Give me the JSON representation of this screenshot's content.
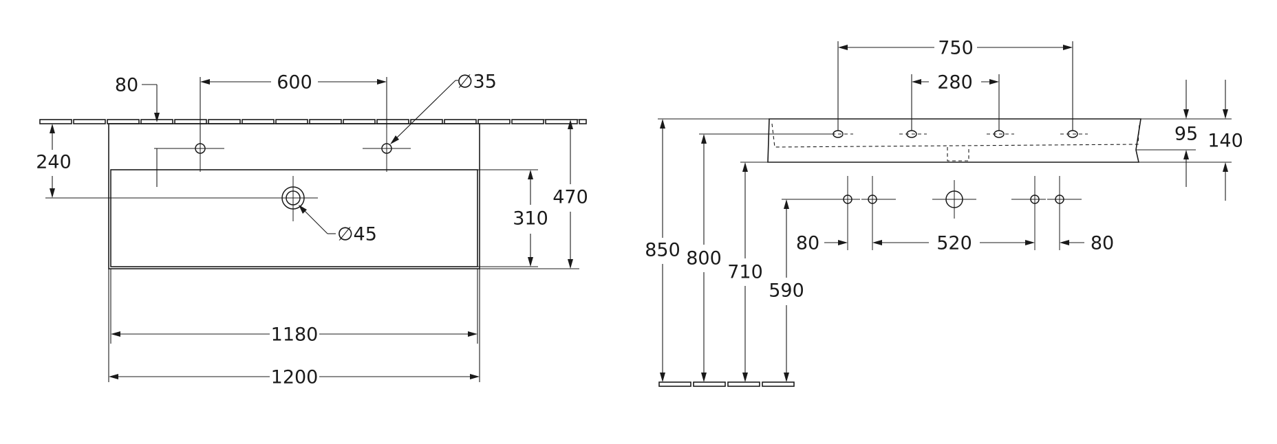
{
  "top_view": {
    "tap_offset_label": "80",
    "tap_spacing_label": "600",
    "tap_hole_label": "∅35",
    "tap_depth_label": "240",
    "drain_label": "∅45",
    "basin_depth_label": "310",
    "total_depth_label": "470",
    "inner_width_label": "1180",
    "total_width_label": "1200"
  },
  "side_view": {
    "outer_holes_label": "750",
    "inner_holes_label": "280",
    "rim_height_label": "95",
    "total_height_label": "140",
    "height_850_label": "850",
    "height_800_label": "800",
    "height_710_label": "710",
    "height_590_label": "590",
    "left_spacing_label": "80",
    "center_spacing_label": "520",
    "right_spacing_label": "80"
  }
}
